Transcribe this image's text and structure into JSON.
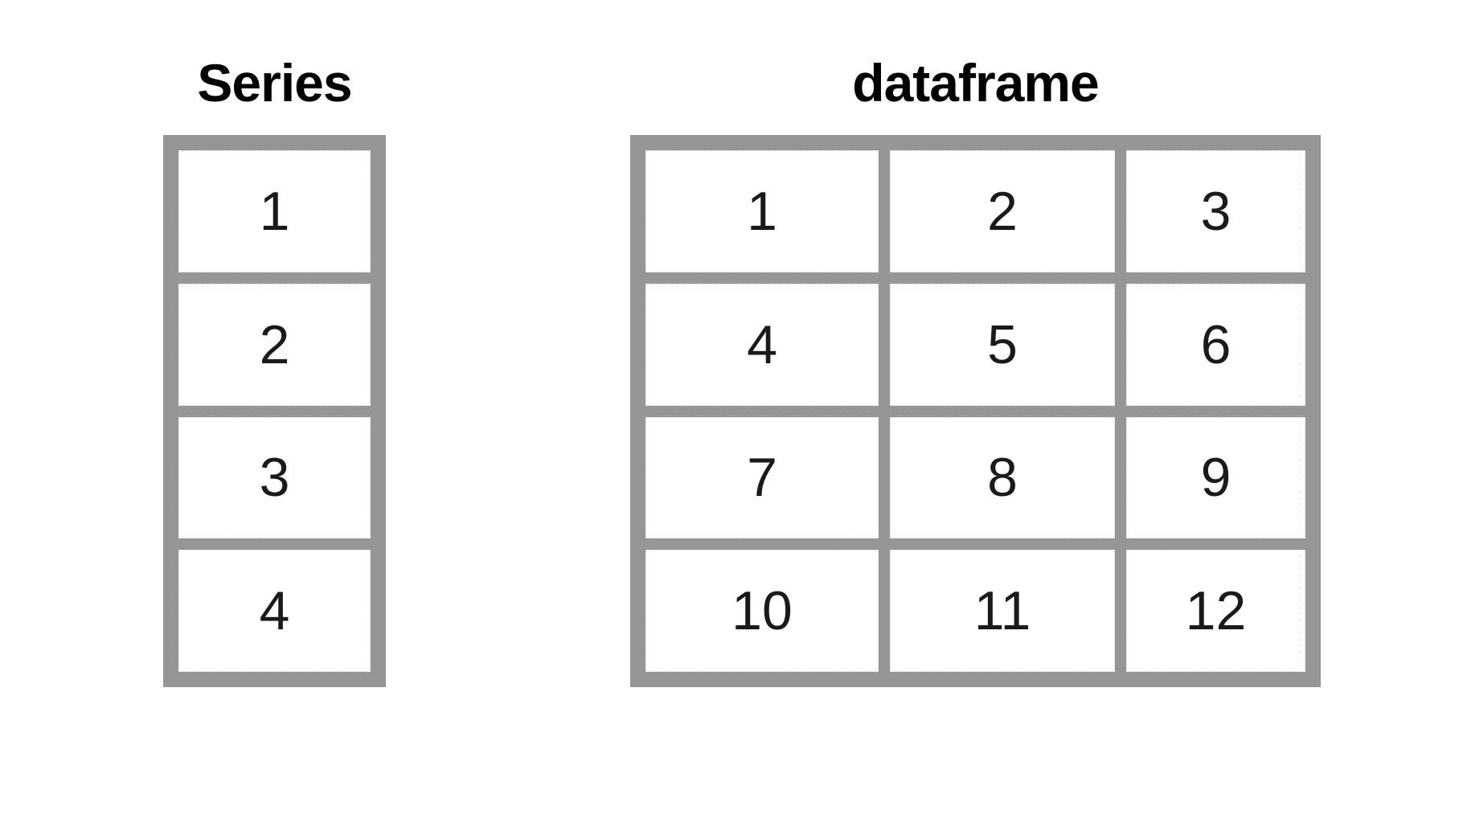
{
  "colors": {
    "frame_gray": "#969696",
    "cell_border": "#d9d9d9",
    "text_black": "#1a1a1a",
    "canvas_bg": "#ffffff"
  },
  "series": {
    "title": "Series",
    "values": [
      "1",
      "2",
      "3",
      "4"
    ]
  },
  "dataframe": {
    "title": "dataframe",
    "rows": [
      [
        "1",
        "2",
        "3"
      ],
      [
        "4",
        "5",
        "6"
      ],
      [
        "7",
        "8",
        "9"
      ],
      [
        "10",
        "11",
        "12"
      ]
    ]
  }
}
